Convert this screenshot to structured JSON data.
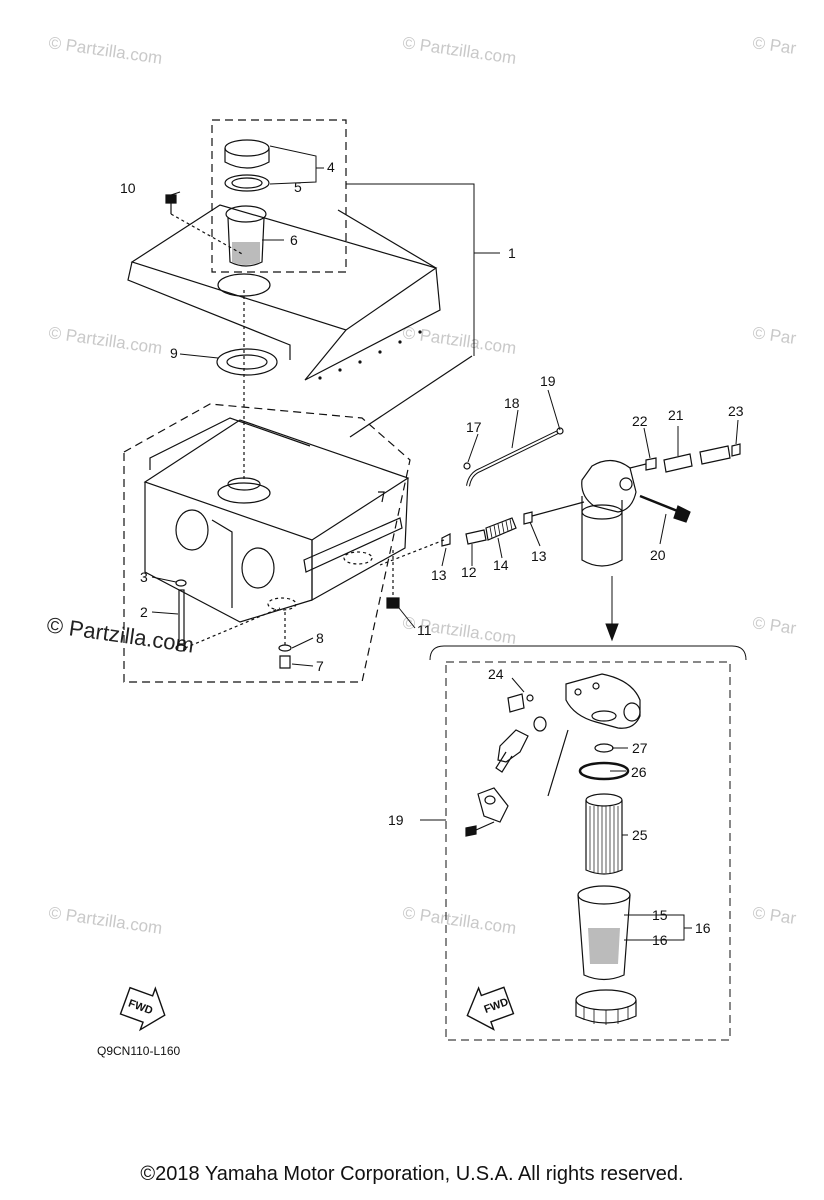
{
  "watermarks": {
    "text": "© Partzilla.com",
    "short": "© Par",
    "main": "© Partzilla.com"
  },
  "parts": [
    {
      "id": "p1",
      "number": "1"
    },
    {
      "id": "p2",
      "number": "2"
    },
    {
      "id": "p3",
      "number": "3"
    },
    {
      "id": "p4",
      "number": "4"
    },
    {
      "id": "p5",
      "number": "5"
    },
    {
      "id": "p6",
      "number": "6"
    },
    {
      "id": "p7",
      "number": "7"
    },
    {
      "id": "p8",
      "number": "8"
    },
    {
      "id": "p9",
      "number": "9"
    },
    {
      "id": "p10",
      "number": "10"
    },
    {
      "id": "p11",
      "number": "11"
    },
    {
      "id": "p12",
      "number": "12"
    },
    {
      "id": "p13a",
      "number": "13"
    },
    {
      "id": "p13b",
      "number": "13"
    },
    {
      "id": "p14",
      "number": "14"
    },
    {
      "id": "p15",
      "number": "15"
    },
    {
      "id": "p16a",
      "number": "16"
    },
    {
      "id": "p16b",
      "number": "16"
    },
    {
      "id": "p17",
      "number": "17"
    },
    {
      "id": "p18",
      "number": "18"
    },
    {
      "id": "p19a",
      "number": "19"
    },
    {
      "id": "p19b",
      "number": "19"
    },
    {
      "id": "p20",
      "number": "20"
    },
    {
      "id": "p21",
      "number": "21"
    },
    {
      "id": "p22",
      "number": "22"
    },
    {
      "id": "p23",
      "number": "23"
    },
    {
      "id": "p24",
      "number": "24"
    },
    {
      "id": "p25",
      "number": "25"
    },
    {
      "id": "p26",
      "number": "26"
    },
    {
      "id": "p27",
      "number": "27"
    }
  ],
  "fwd_label": "FWD",
  "diagram_code": "Q9CN110-L160",
  "copyright": "©2018  Yamaha Motor Corporation, U.S.A. All rights reserved."
}
